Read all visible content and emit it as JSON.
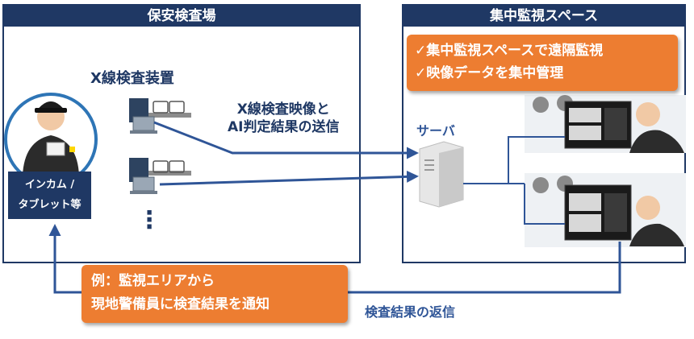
{
  "left_panel": {
    "title": "保安検査場"
  },
  "right_panel": {
    "title": "集中監視スペース"
  },
  "xray_label": "X線検査装置",
  "transfer_label": {
    "line1": "X線検査映像と",
    "line2": "AI判定結果の送信"
  },
  "server_label": "サーバ",
  "device_label": {
    "line1": "インカム /",
    "line2": "タブレット等"
  },
  "checklist": [
    "✓集中監視スペースで遠隔監視",
    "✓映像データを集中管理"
  ],
  "example_callout": {
    "line1": "例：監視エリアから",
    "line2": "現地警備員に検査結果を通知"
  },
  "return_label": "検査結果の返信",
  "more_indicator": "⋮",
  "colors": {
    "navy": "#1f3864",
    "arrow": "#2f5597",
    "orange": "#ed7d31",
    "circle_border": "#2e75b6"
  }
}
